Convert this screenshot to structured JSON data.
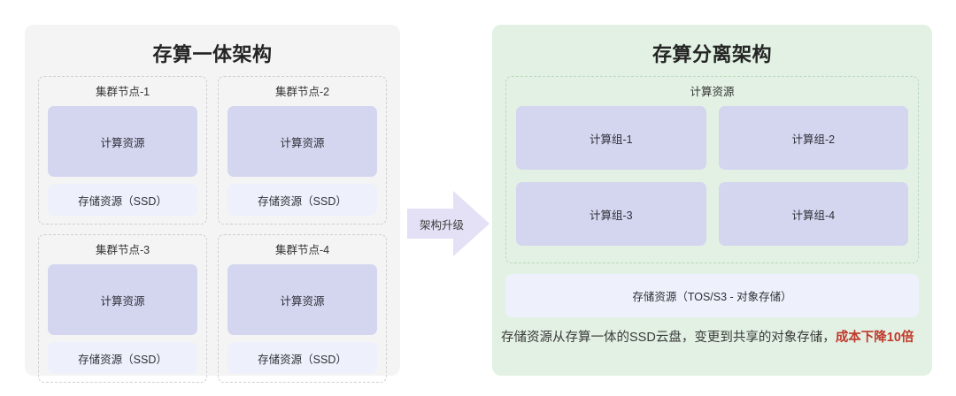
{
  "left_panel": {
    "title": "存算一体架构",
    "background_color": "#f4f4f5",
    "nodes": [
      {
        "title": "集群节点-1",
        "compute_label": "计算资源",
        "storage_label": "存储资源（SSD）"
      },
      {
        "title": "集群节点-2",
        "compute_label": "计算资源",
        "storage_label": "存储资源（SSD）"
      },
      {
        "title": "集群节点-3",
        "compute_label": "计算资源",
        "storage_label": "存储资源（SSD）"
      },
      {
        "title": "集群节点-4",
        "compute_label": "计算资源",
        "storage_label": "存储资源（SSD）"
      }
    ]
  },
  "arrow": {
    "label": "架构升级",
    "color": "#e4e0f5",
    "direction": "right"
  },
  "right_panel": {
    "title": "存算分离架构",
    "background_color": "#e2f1e3",
    "compute_zone": {
      "title": "计算资源",
      "groups": [
        {
          "label": "计算组-1"
        },
        {
          "label": "计算组-2"
        },
        {
          "label": "计算组-3"
        },
        {
          "label": "计算组-4"
        }
      ]
    },
    "object_storage_label": "存储资源（TOS/S3 - 对象存储）",
    "note": {
      "text_plain": "存储资源从存算一体的SSD云盘，变更到共享的对象存储，",
      "text_highlight": "成本下降10倍",
      "highlight_color": "#c0392b"
    }
  },
  "colors": {
    "compute_box": "#d4d6f0",
    "storage_box": "#eef1fb",
    "title_text": "#242424",
    "body_text": "#3a3a3a"
  }
}
